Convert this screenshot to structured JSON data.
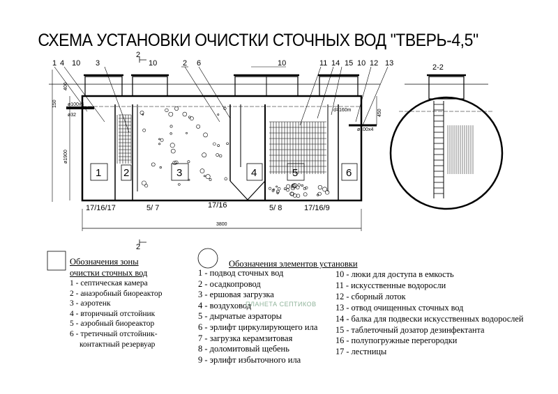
{
  "title": "СХЕМА УСТАНОВКИ ОЧИСТКИ СТОЧНЫХ ВОД \"ТВЕРЬ-4,5\"",
  "drawing": {
    "section_mark": "2",
    "section_title": "2-2",
    "top_callouts": [
      "1",
      "4",
      "10",
      "3",
      "10",
      "2",
      "6",
      "10",
      "11",
      "14",
      "15",
      "10",
      "12",
      "13"
    ],
    "bottom_callouts": {
      "a": "17/16/17",
      "b": "5/ 7",
      "c": "17/16",
      "d": "5/ 8",
      "e": "17/16/9"
    },
    "zones": [
      "1",
      "2",
      "3",
      "4",
      "5",
      "6"
    ],
    "dimensions": {
      "length": "3800",
      "height": "ø1900",
      "top": "400",
      "inlet_off": "150",
      "outlet_off": "450",
      "inlet_pipe": "ø100x4",
      "inlet_d": "ø32",
      "outlet_pipe": "ø100x4",
      "d160": "d=160m"
    }
  },
  "legend_zones": {
    "heading_line1": "Обозначения зоны",
    "heading_line2": "очистки сточных вод",
    "items": [
      "1  - септическая камера",
      "2  - анаэробный биореактор",
      "3  - аэротенк",
      "4  - вторичный отстойник",
      "5  - аэробный биореактор",
      "6 - третичный отстойник-",
      "контактный резервуар"
    ]
  },
  "legend_elements": {
    "heading": "Обозначения  элементов установки",
    "col1": [
      "1 - подвод сточных вод",
      "2 - осадкопровод",
      "3 - ершовая загрузка",
      "4 - воздуховод",
      "5 - дырчатые аэраторы",
      "6 - эрлифт циркулирующего ила",
      "7 - загрузка керамзитовая",
      "8 - доломитовый щебень",
      "9 - эрлифт избыточного ила"
    ],
    "col2": [
      "10 - люки для доступа в емкость",
      "11 - искусственные водоросли",
      "12 - сборный лоток",
      "13 - отвод очищенных сточных вод",
      "14 - балка для подвески искусственных водорослей",
      "15 - таблеточный дозатор дезинфектанта",
      "16 - полупогружные перегородки",
      "17 - лестницы"
    ]
  },
  "watermark": "ПЛАНЕТА СЕПТИКОВ"
}
